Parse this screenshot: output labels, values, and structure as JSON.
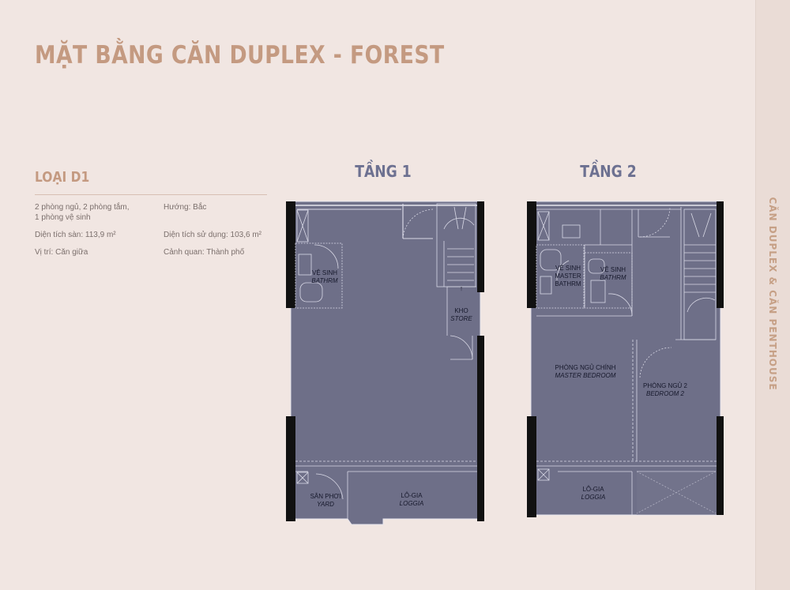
{
  "title": "MẶT BẰNG CĂN DUPLEX - FOREST",
  "side_label": "CĂN DUPLEX & CĂN PENTHOUSE",
  "unit": {
    "type": "LOẠI D1",
    "rooms_line1": "2 phòng ngủ, 2 phòng tắm,",
    "rooms_line2": "1 phòng vệ sinh",
    "direction": "Hướng: Bắc",
    "floor_area": "Diện tích sàn: 113,9 m²",
    "usable_area": "Diện tích sử dụng: 103,6 m²",
    "position": "Vị trí: Căn giữa",
    "view": "Cảnh quan: Thành phố"
  },
  "floors": [
    {
      "label": "TẦNG 1",
      "rooms": [
        {
          "vi": "VỆ SINH",
          "en": "BATHRM"
        },
        {
          "vi": "KHO",
          "en": "STORE"
        },
        {
          "vi": "SÂN PHƠI",
          "en": "YARD"
        },
        {
          "vi": "LÔ-GIA",
          "en": "LOGGIA"
        }
      ]
    },
    {
      "label": "TẦNG 2",
      "rooms": [
        {
          "vi": "VỆ SINH",
          "vi2": "MASTER",
          "en": "BATHRM"
        },
        {
          "vi": "VỆ SINH",
          "en": "BATHRM"
        },
        {
          "vi": "PHÒNG NGỦ CHÍNH",
          "en": "MASTER BEDROOM"
        },
        {
          "vi": "PHÒNG NGỦ 2",
          "en": "BEDROOM 2"
        },
        {
          "vi": "LÔ-GIA",
          "en": "LOGGIA"
        }
      ]
    }
  ],
  "colors": {
    "floor_fill": "#6e6f88",
    "wall": "#111111",
    "accent_title": "#c49a81",
    "floor_label": "#6d7191",
    "background": "#f1e6e2"
  }
}
